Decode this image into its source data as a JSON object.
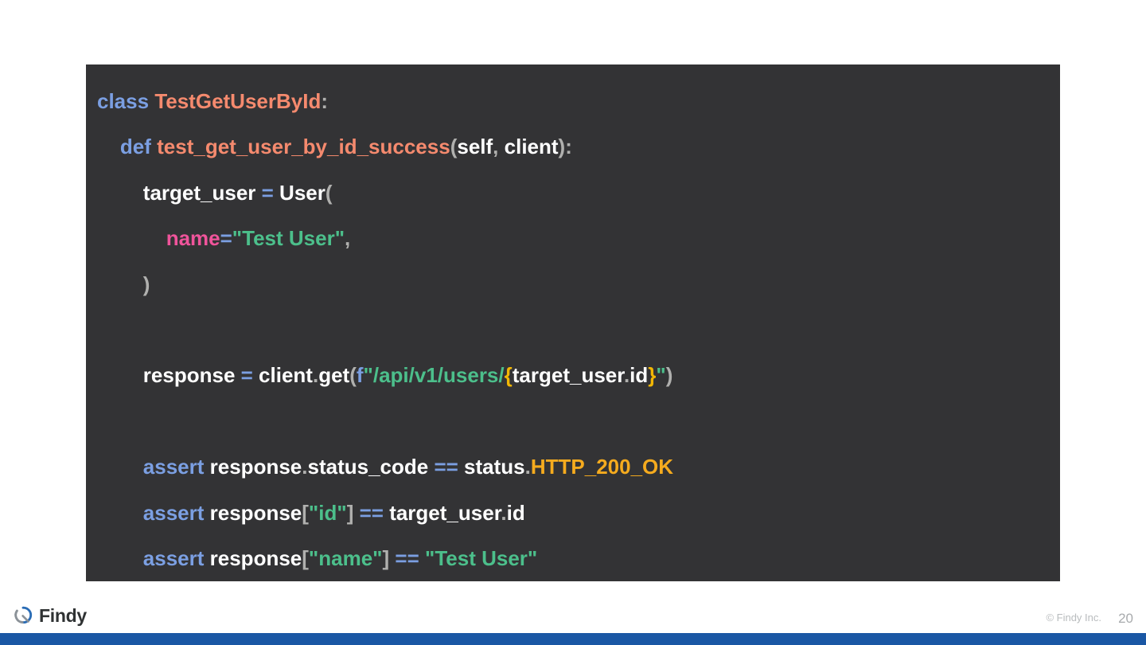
{
  "slide": {
    "page_number": "20",
    "background_color": "#ffffff",
    "accent_bar_color": "#1a57a4"
  },
  "code_block": {
    "background_color": "#333335",
    "language": "python",
    "palette": {
      "keyword": "#7b9fe2",
      "identifier_definition": "#f58a6e",
      "plain": "#ffffff",
      "punctuation": "#b0b0ae",
      "operator": "#7b9fe2",
      "kwarg": "#f0549b",
      "string": "#4cbf8b",
      "fstring_brace": "#f2b705",
      "constant": "#f5ab1e"
    },
    "lines": [
      {
        "indent": 0,
        "tokens": [
          {
            "text": "class",
            "kind": "kw"
          },
          {
            "text": " ",
            "kind": "plain"
          },
          {
            "text": "TestGetUserById",
            "kind": "name"
          },
          {
            "text": ":",
            "kind": "punct"
          }
        ]
      },
      {
        "indent": 1,
        "tokens": [
          {
            "text": "def",
            "kind": "kw"
          },
          {
            "text": " ",
            "kind": "plain"
          },
          {
            "text": "test_get_user_by_id_success",
            "kind": "name"
          },
          {
            "text": "(",
            "kind": "punct"
          },
          {
            "text": "self",
            "kind": "plain"
          },
          {
            "text": ",",
            "kind": "punct"
          },
          {
            "text": " client",
            "kind": "plain"
          },
          {
            "text": ")",
            "kind": "punct"
          },
          {
            "text": ":",
            "kind": "punct"
          }
        ]
      },
      {
        "indent": 2,
        "tokens": [
          {
            "text": "target_user ",
            "kind": "plain"
          },
          {
            "text": "=",
            "kind": "op"
          },
          {
            "text": " User",
            "kind": "plain"
          },
          {
            "text": "(",
            "kind": "punct"
          }
        ]
      },
      {
        "indent": 3,
        "tokens": [
          {
            "text": "name",
            "kind": "kwarg"
          },
          {
            "text": "=",
            "kind": "op"
          },
          {
            "text": "\"Test User\"",
            "kind": "str"
          },
          {
            "text": ",",
            "kind": "punct"
          }
        ]
      },
      {
        "indent": 2,
        "tokens": [
          {
            "text": ")",
            "kind": "punct"
          }
        ]
      },
      {
        "indent": 0,
        "tokens": []
      },
      {
        "indent": 2,
        "tokens": [
          {
            "text": "response ",
            "kind": "plain"
          },
          {
            "text": "=",
            "kind": "op"
          },
          {
            "text": " client",
            "kind": "plain"
          },
          {
            "text": ".",
            "kind": "punct"
          },
          {
            "text": "get",
            "kind": "plain"
          },
          {
            "text": "(",
            "kind": "punct"
          },
          {
            "text": "f",
            "kind": "kw"
          },
          {
            "text": "\"/api/v1/users/",
            "kind": "str"
          },
          {
            "text": "{",
            "kind": "brace"
          },
          {
            "text": "target_user",
            "kind": "plain"
          },
          {
            "text": ".",
            "kind": "punct"
          },
          {
            "text": "id",
            "kind": "plain"
          },
          {
            "text": "}",
            "kind": "brace"
          },
          {
            "text": "\"",
            "kind": "str"
          },
          {
            "text": ")",
            "kind": "punct"
          }
        ]
      },
      {
        "indent": 0,
        "tokens": []
      },
      {
        "indent": 2,
        "tokens": [
          {
            "text": "assert",
            "kind": "kw"
          },
          {
            "text": " response",
            "kind": "plain"
          },
          {
            "text": ".",
            "kind": "punct"
          },
          {
            "text": "status_code ",
            "kind": "plain"
          },
          {
            "text": "==",
            "kind": "op"
          },
          {
            "text": " status",
            "kind": "plain"
          },
          {
            "text": ".",
            "kind": "punct"
          },
          {
            "text": "HTTP_200_OK",
            "kind": "const"
          }
        ]
      },
      {
        "indent": 2,
        "tokens": [
          {
            "text": "assert",
            "kind": "kw"
          },
          {
            "text": " response",
            "kind": "plain"
          },
          {
            "text": "[",
            "kind": "punct"
          },
          {
            "text": "\"id\"",
            "kind": "str"
          },
          {
            "text": "]",
            "kind": "punct"
          },
          {
            "text": " ",
            "kind": "plain"
          },
          {
            "text": "==",
            "kind": "op"
          },
          {
            "text": " target_user",
            "kind": "plain"
          },
          {
            "text": ".",
            "kind": "punct"
          },
          {
            "text": "id",
            "kind": "plain"
          }
        ]
      },
      {
        "indent": 2,
        "tokens": [
          {
            "text": "assert",
            "kind": "kw"
          },
          {
            "text": " response",
            "kind": "plain"
          },
          {
            "text": "[",
            "kind": "punct"
          },
          {
            "text": "\"name\"",
            "kind": "str"
          },
          {
            "text": "]",
            "kind": "punct"
          },
          {
            "text": " ",
            "kind": "plain"
          },
          {
            "text": "==",
            "kind": "op"
          },
          {
            "text": " ",
            "kind": "plain"
          },
          {
            "text": "\"Test User\"",
            "kind": "str"
          }
        ]
      }
    ]
  },
  "footer": {
    "brand_name": "Findy",
    "brand_icon": "findy-logo-icon",
    "copyright": "© Findy Inc.",
    "page_number": "20"
  }
}
